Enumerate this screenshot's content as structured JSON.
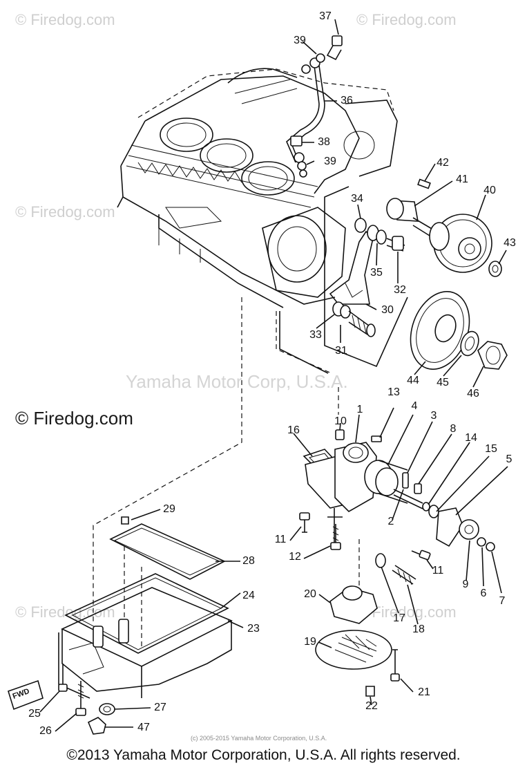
{
  "watermarks": {
    "corner_top_left": "© Firedog.com",
    "corner_top_right": "© Firedog.com",
    "mid_left": "© Firedog.com",
    "mid_left_large": "© Firedog.com",
    "lower_left": "© Firedog.com",
    "lower_right": "© Firedog.com",
    "center": "Yamaha Motor Corp, U.S.A.",
    "small_copyright": "(c) 2005-2015 Yamaha Motor Corporation, U.S.A."
  },
  "footer": {
    "copyright": "©2013 Yamaha Motor Corporation, U.S.A. All rights reserved."
  },
  "fwd_tag": "FWD",
  "part_labels": {
    "p1": "1",
    "p2": "2",
    "p3": "3",
    "p4": "4",
    "p5": "5",
    "p6": "6",
    "p7": "7",
    "p8": "8",
    "p9": "9",
    "p10": "10",
    "p11a": "11",
    "p11b": "11",
    "p12": "12",
    "p13": "13",
    "p14": "14",
    "p15": "15",
    "p16": "16",
    "p17": "17",
    "p18": "18",
    "p19": "19",
    "p20": "20",
    "p21": "21",
    "p22": "22",
    "p23": "23",
    "p24": "24",
    "p25": "25",
    "p26": "26",
    "p27": "27",
    "p28": "28",
    "p29": "29",
    "p30": "30",
    "p31": "31",
    "p32": "32",
    "p33": "33",
    "p34": "34",
    "p35": "35",
    "p36": "36",
    "p37": "37",
    "p38": "38",
    "p39a": "39",
    "p39b": "39",
    "p40": "40",
    "p41": "41",
    "p42": "42",
    "p43": "43",
    "p44": "44",
    "p45": "45",
    "p46": "46",
    "p47": "47"
  }
}
